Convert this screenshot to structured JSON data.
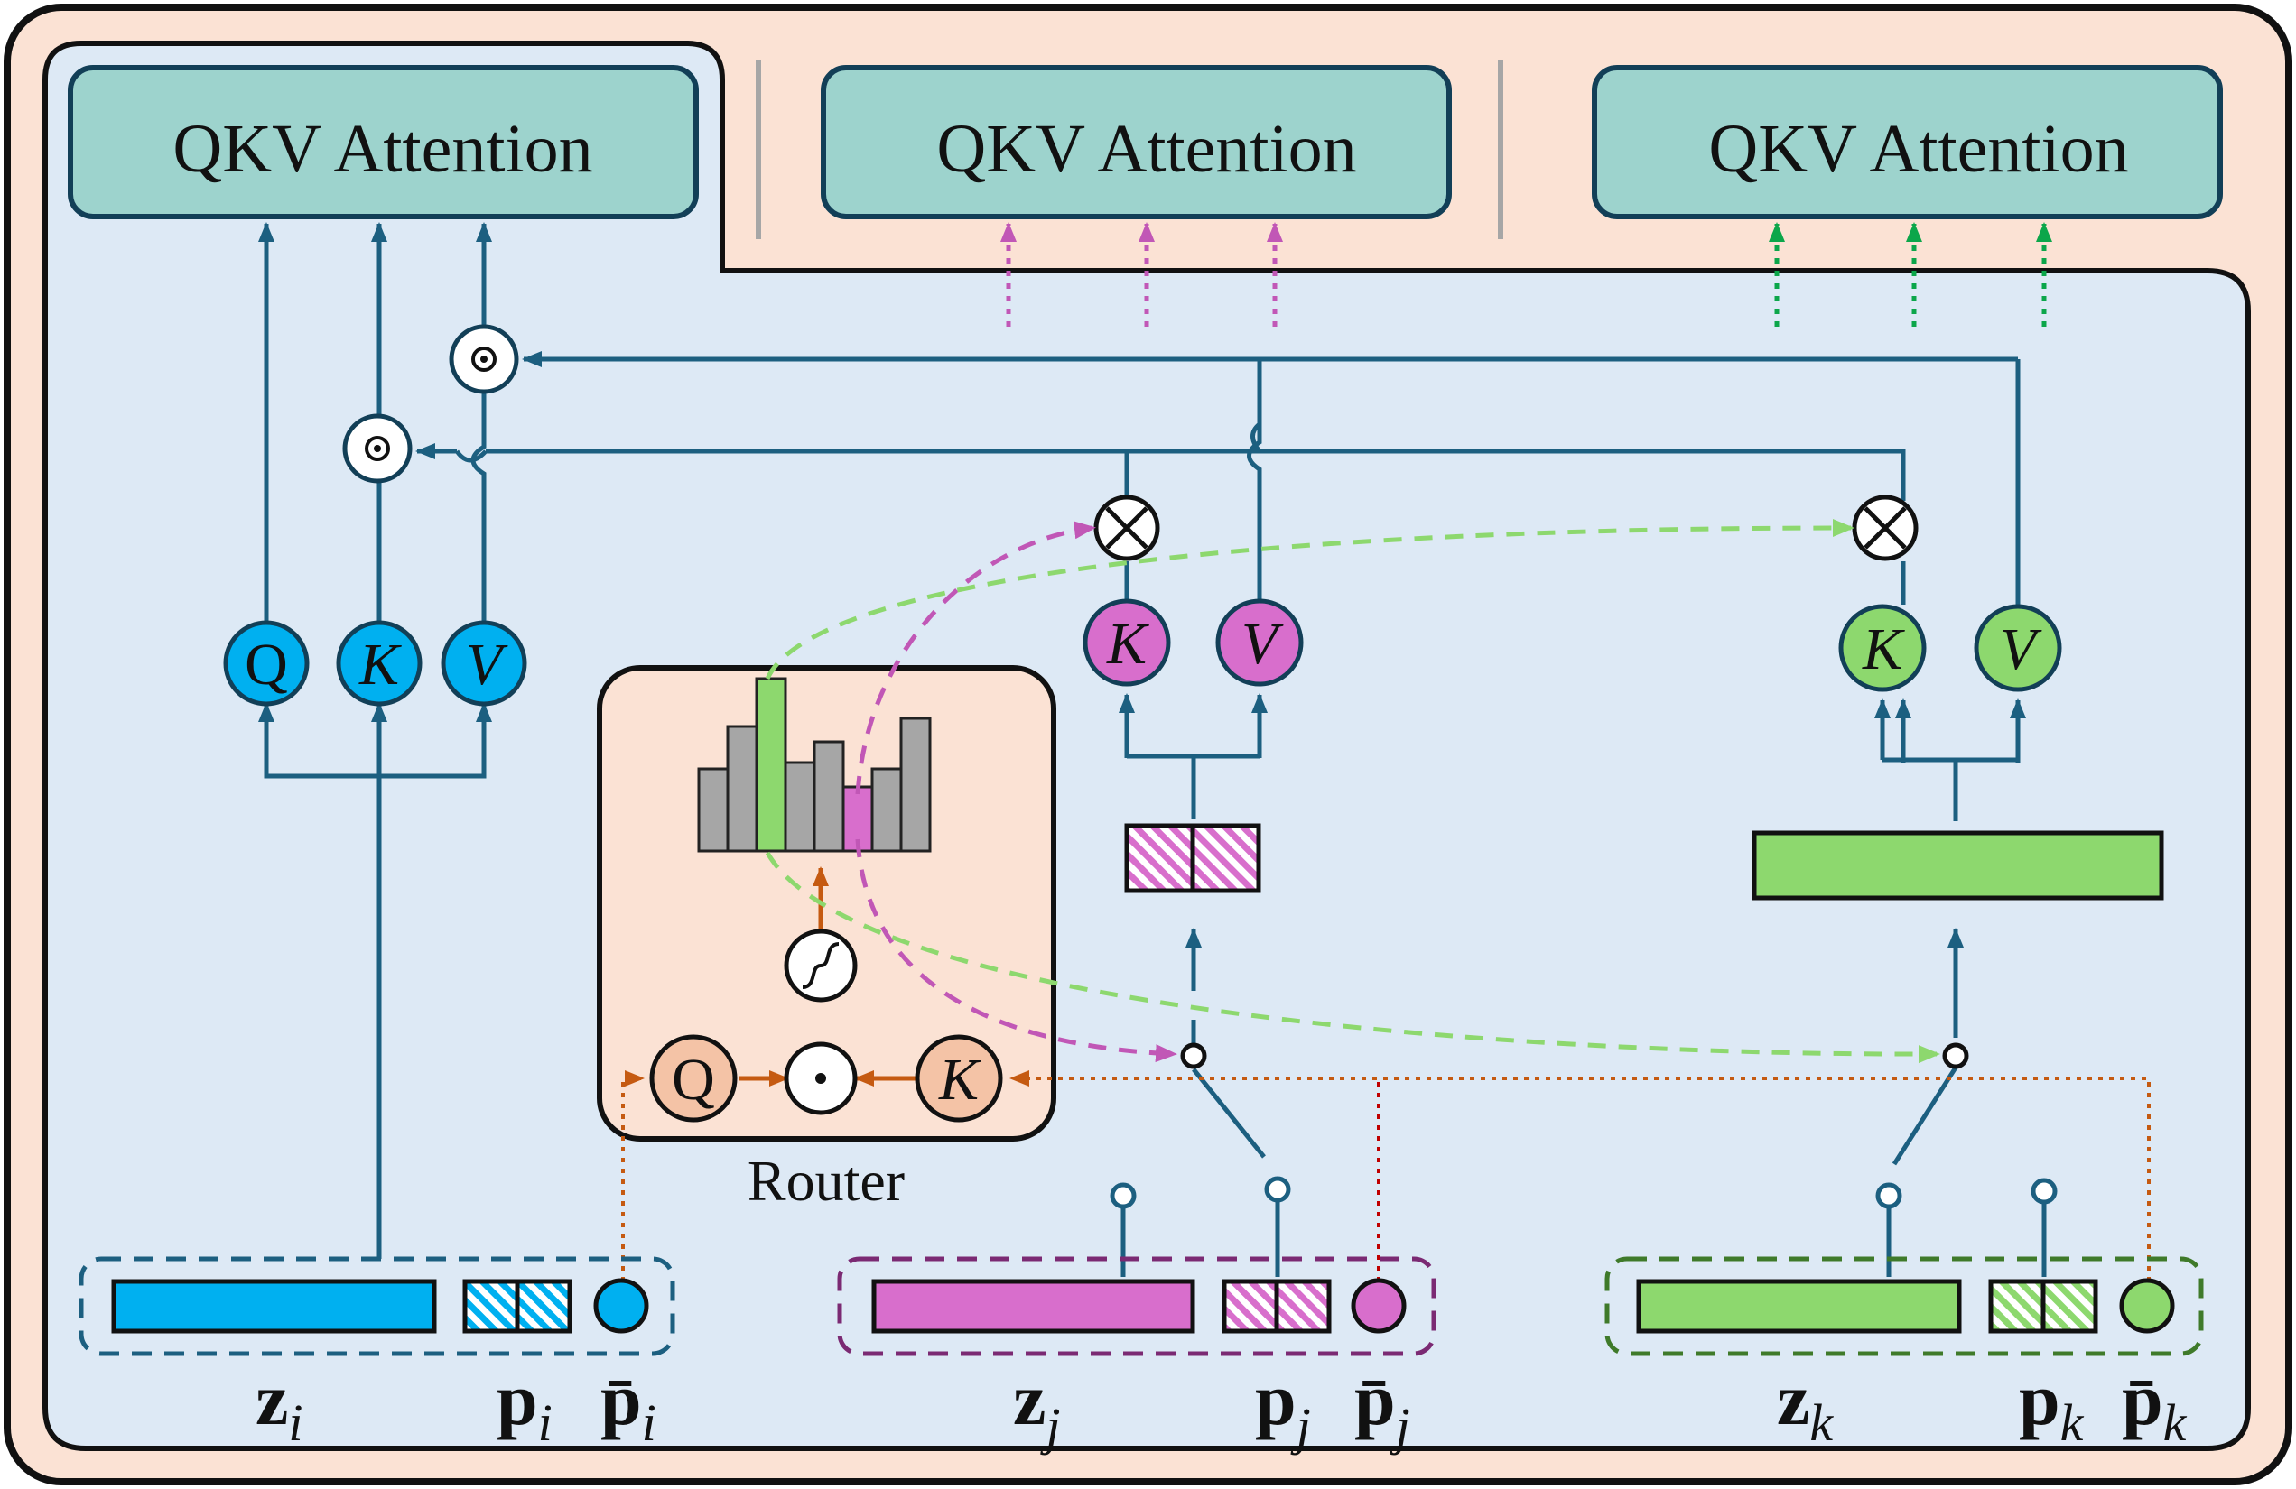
{
  "attention_blocks": [
    {
      "label": "QKV Attention"
    },
    {
      "label": "QKV Attention"
    },
    {
      "label": "QKV Attention"
    }
  ],
  "router": {
    "label": "Router",
    "q_label": "Q",
    "k_label": "K"
  },
  "local_node": {
    "q_label": "Q",
    "k_label": "K",
    "v_label": "V"
  },
  "node_j": {
    "k_label": "K",
    "v_label": "V"
  },
  "node_k": {
    "k_label": "K",
    "v_label": "V"
  },
  "variables": {
    "z_i": {
      "base": "z",
      "sub": "i"
    },
    "p_i": {
      "base": "p",
      "sub": "i"
    },
    "pbar_i": {
      "base": "p̄",
      "sub": "i"
    },
    "z_j": {
      "base": "z",
      "sub": "j"
    },
    "p_j": {
      "base": "p",
      "sub": "j"
    },
    "pbar_j": {
      "base": "p̄",
      "sub": "j"
    },
    "z_k": {
      "base": "z",
      "sub": "k"
    },
    "p_k": {
      "base": "p",
      "sub": "k"
    },
    "pbar_k": {
      "base": "p̄",
      "sub": "k"
    }
  },
  "colors": {
    "outer_bg": "#fbe2d4",
    "inner_bg": "#dde9f5",
    "attention_fill": "#9dd3cd",
    "line": "#1c5f80",
    "blue": "#00b0f0",
    "magenta": "#d86ecc",
    "green": "#8dd86e",
    "router_orange": "#c55a11",
    "router_circle": "#f4c3a6",
    "dark_green_arrow": "#0ca64a",
    "gray_bar": "#a6a6a6"
  }
}
